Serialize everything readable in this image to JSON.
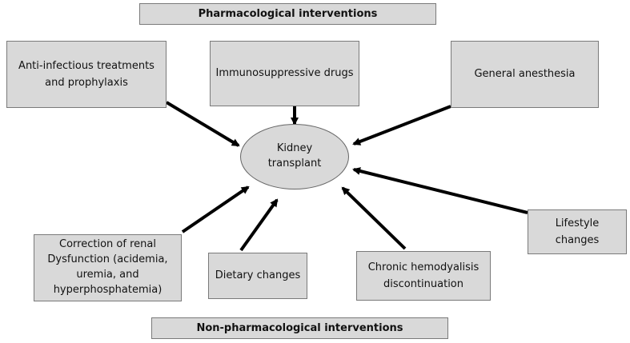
{
  "headers": {
    "pharmacological": "Pharmacological interventions",
    "non_pharmacological": "Non-pharmacological interventions"
  },
  "center": {
    "label": "Kidney transplant"
  },
  "nodes": {
    "anti_infectious": "Anti-infectious treatments and prophylaxis",
    "immunosuppressive": "Immunosuppressive drugs",
    "general_anesthesia": "General anesthesia",
    "correction_renal": "Correction of renal Dysfunction (acidemia, uremia, and hyperphosphatemia)",
    "dietary": "Dietary changes",
    "chronic_hemodialysis": "Chronic hemodyalisis discontinuation",
    "lifestyle": "Lifestyle changes"
  },
  "colors": {
    "box_fill": "#d9d9d9",
    "box_border": "#7a7a7a",
    "arrow": "#000000"
  }
}
